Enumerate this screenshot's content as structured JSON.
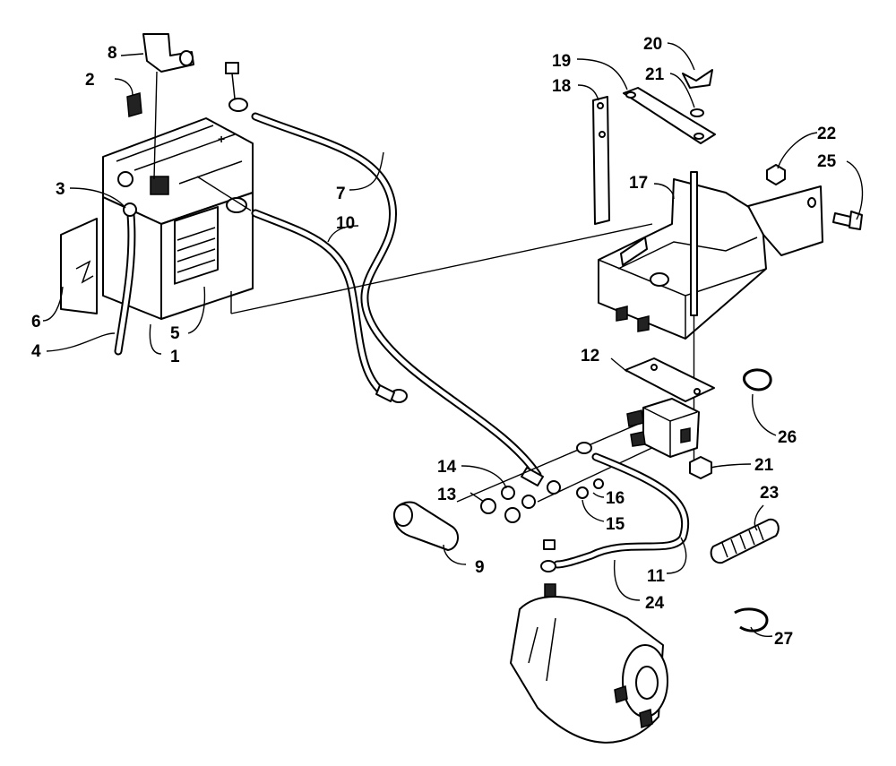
{
  "callouts": [
    {
      "id": "c1",
      "text": "1"
    },
    {
      "id": "c2",
      "text": "2"
    },
    {
      "id": "c3",
      "text": "3"
    },
    {
      "id": "c4",
      "text": "4"
    },
    {
      "id": "c5",
      "text": "5"
    },
    {
      "id": "c6",
      "text": "6"
    },
    {
      "id": "c7",
      "text": "7"
    },
    {
      "id": "c8",
      "text": "8"
    },
    {
      "id": "c9",
      "text": "9"
    },
    {
      "id": "c10",
      "text": "10"
    },
    {
      "id": "c11",
      "text": "11"
    },
    {
      "id": "c12",
      "text": "12"
    },
    {
      "id": "c13",
      "text": "13"
    },
    {
      "id": "c14",
      "text": "14"
    },
    {
      "id": "c15",
      "text": "15"
    },
    {
      "id": "c16",
      "text": "16"
    },
    {
      "id": "c17",
      "text": "17"
    },
    {
      "id": "c18",
      "text": "18"
    },
    {
      "id": "c19",
      "text": "19"
    },
    {
      "id": "c20",
      "text": "20"
    },
    {
      "id": "c21a",
      "text": "21"
    },
    {
      "id": "c21b",
      "text": "21"
    },
    {
      "id": "c22",
      "text": "22"
    },
    {
      "id": "c23",
      "text": "23"
    },
    {
      "id": "c24",
      "text": "24"
    },
    {
      "id": "c25",
      "text": "25"
    },
    {
      "id": "c26",
      "text": "26"
    },
    {
      "id": "c27",
      "text": "27"
    }
  ]
}
